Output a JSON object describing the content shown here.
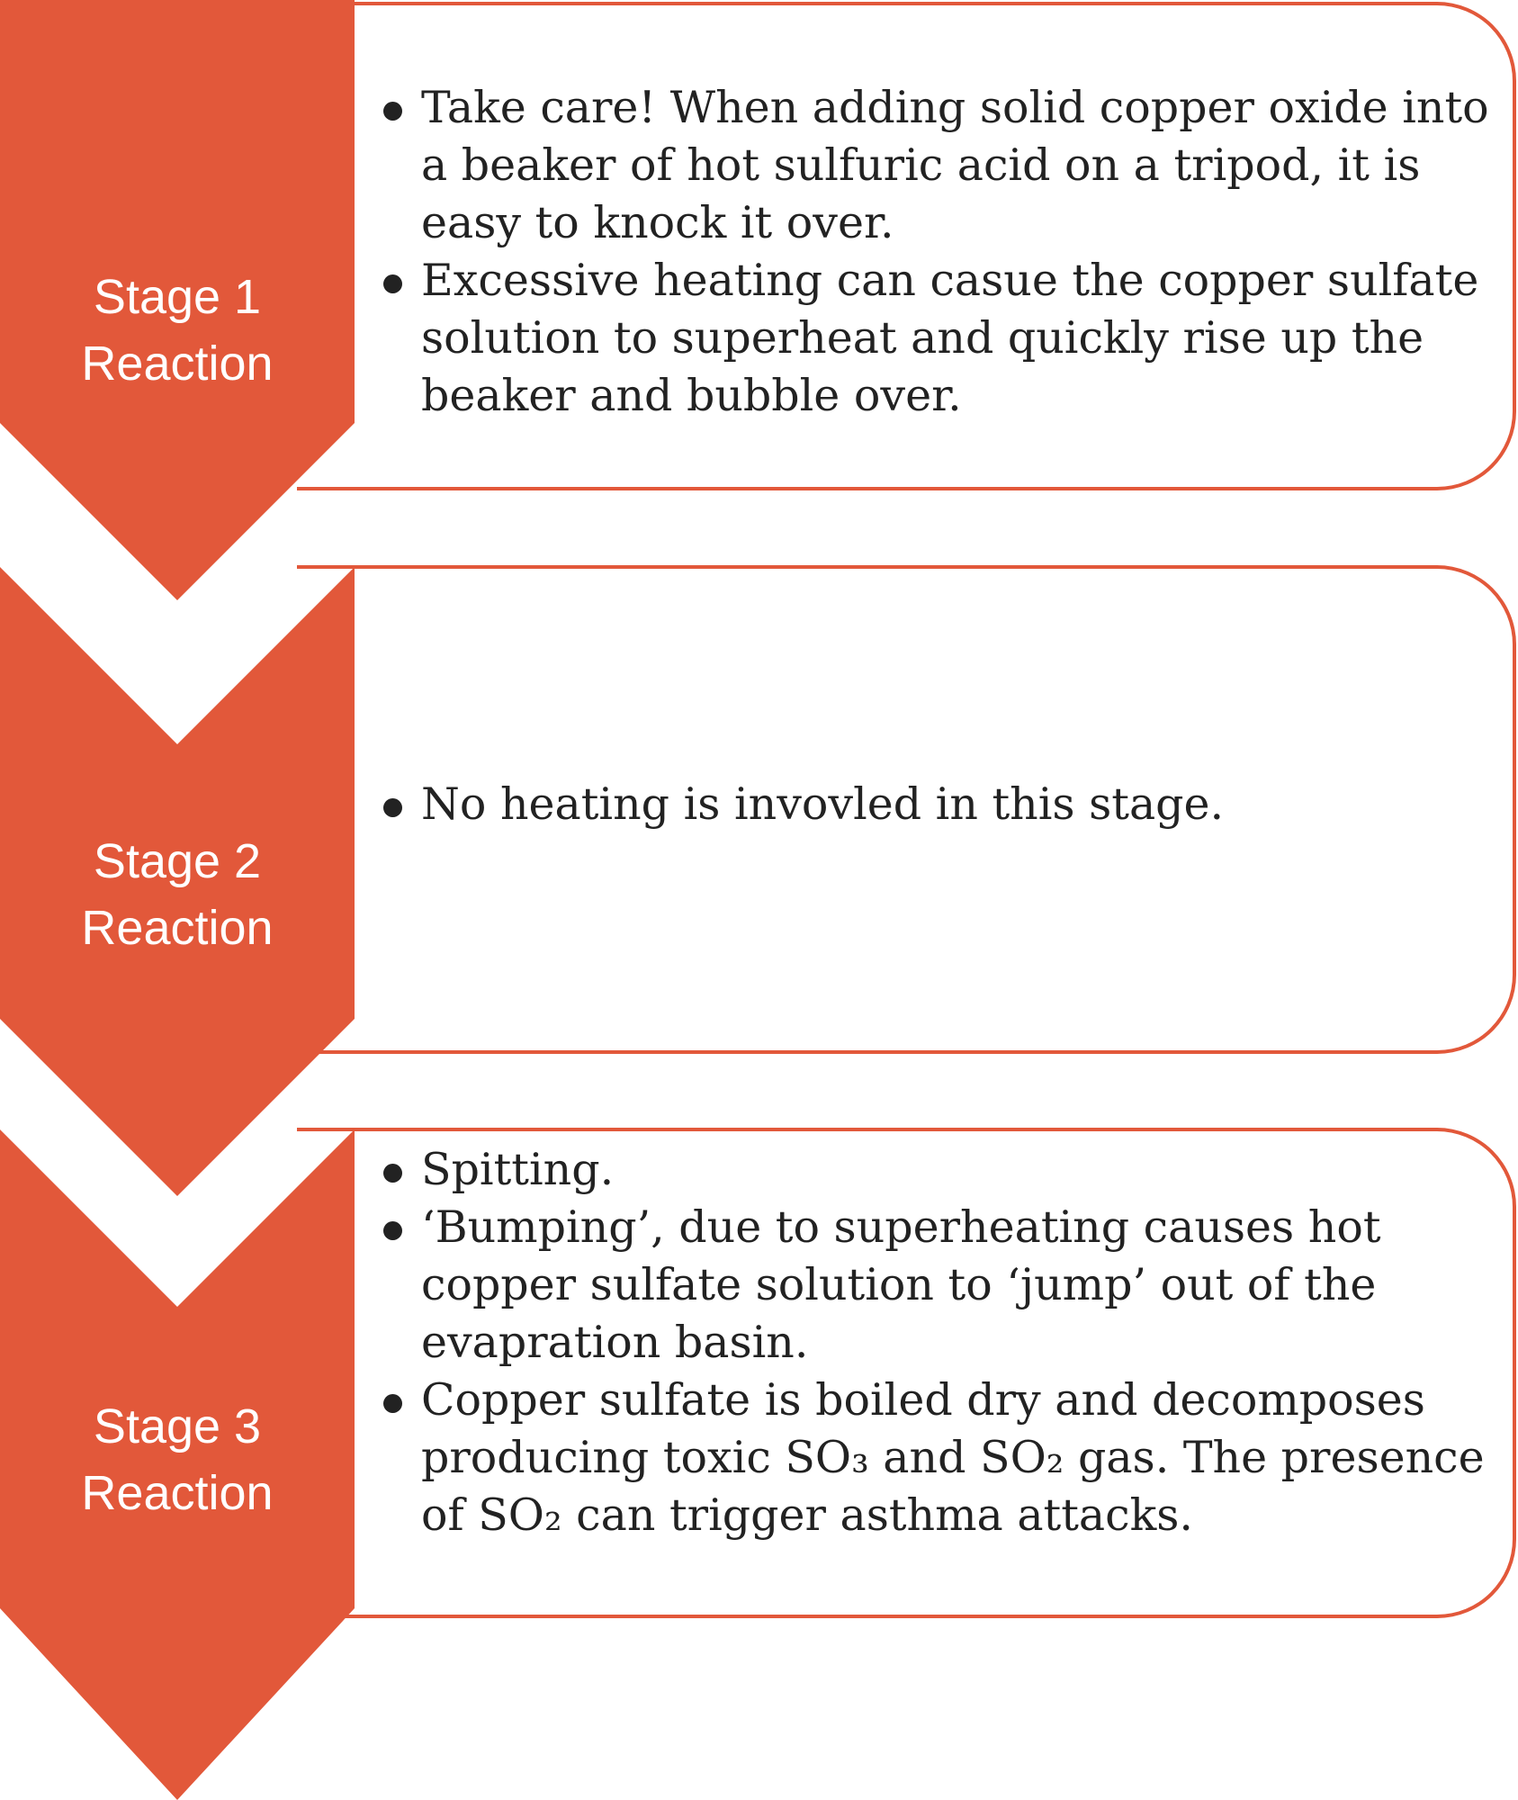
{
  "colors": {
    "accent": "#e2583a",
    "text": "#222222",
    "label_text": "#ffffff"
  },
  "stages": [
    {
      "label_line1": "Stage 1",
      "label_line2": "Reaction",
      "bullets": [
        "Take care! When adding solid copper oxide into a beaker of hot sulfuric acid on a tripod, it is easy to knock it over.",
        "Excessive heating can casue the copper sulfate solution to superheat and quickly rise up the beaker and bubble over."
      ]
    },
    {
      "label_line1": "Stage 2",
      "label_line2": "Reaction",
      "bullets": [
        "No heating is invovled in this stage."
      ]
    },
    {
      "label_line1": "Stage 3",
      "label_line2": "Reaction",
      "bullets": [
        "Spitting.",
        "‘Bumping’, due to superheating causes hot copper sulfate solution to ‘jump’ out of the evapration basin.",
        "Copper sulfate is boiled dry and decomposes producing toxic SO₃ and SO₂ gas. The presence of SO₂ can trigger asthma attacks."
      ]
    }
  ]
}
